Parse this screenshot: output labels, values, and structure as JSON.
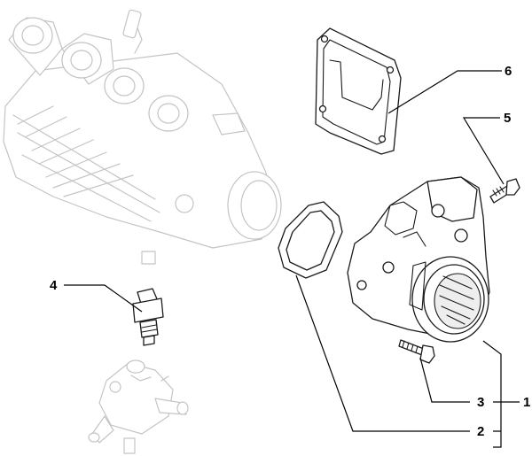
{
  "callouts": [
    {
      "id": "1",
      "label": "1"
    },
    {
      "id": "2",
      "label": "2"
    },
    {
      "id": "3",
      "label": "3"
    },
    {
      "id": "4",
      "label": "4"
    },
    {
      "id": "5",
      "label": "5"
    },
    {
      "id": "6",
      "label": "6"
    }
  ],
  "colors": {
    "context_parts": "#c4c4c4",
    "main_parts": "#1a1a1a",
    "leader_lines": "#000000",
    "background": "#ffffff"
  }
}
